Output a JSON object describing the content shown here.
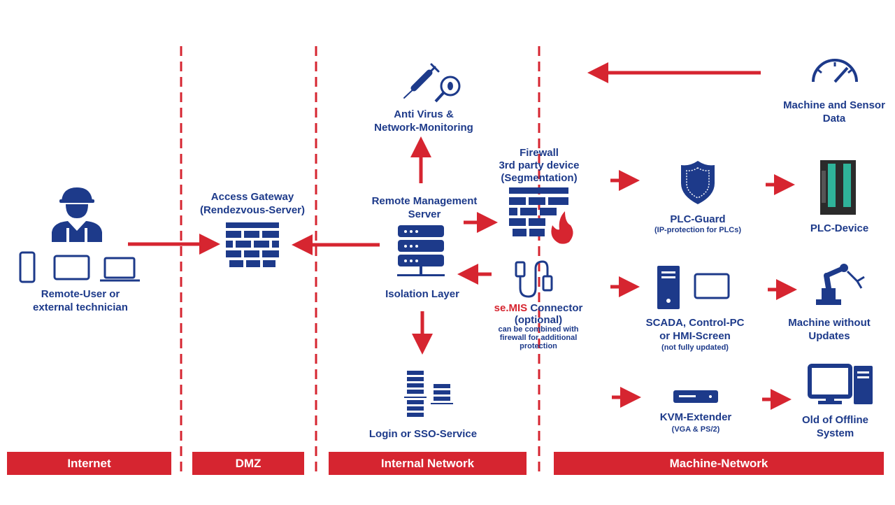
{
  "colors": {
    "accent": "#d62530",
    "primary": "#1d3a8a",
    "teal": "#2fb39a"
  },
  "zones": [
    "Internet",
    "DMZ",
    "Internal Network",
    "Machine-Network"
  ],
  "nodes": {
    "remote_user": "Remote-User or\nexternal technician",
    "access_gateway": "Access Gateway\n(Rendezvous-Server)",
    "antivirus": "Anti Virus &\nNetwork-Monitoring",
    "remote_mgmt": "Remote Management\nServer",
    "isolation": "Isolation Layer",
    "login_sso": "Login or SSO-Service",
    "firewall": "Firewall\n3rd party device\n(Segmentation)",
    "connector_brand": "se.",
    "connector_name": "MIS",
    "connector_suffix": " Connector",
    "connector_optional": "(optional)",
    "connector_note": "can be combined with\nfirewall for additional\nprotection",
    "sensor_data": "Machine and Sensor\nData",
    "plc_guard": "PLC-Guard",
    "plc_guard_note": "(IP-protection for PLCs)",
    "plc_device": "PLC-Device",
    "scada": "SCADA, Control-PC\nor HMI-Screen",
    "scada_note": "(not fully updated)",
    "machine_no_updates": "Machine without\nUpdates",
    "kvm": "KVM-Extender",
    "kvm_note": "(VGA & PS/2)",
    "old_system": "Old of Offline\nSystem"
  },
  "icons": [
    "worker-icon",
    "phone-icon",
    "tablet-icon",
    "laptop-icon",
    "firewall-wall-icon",
    "syringe-icon",
    "bug-magnifier-icon",
    "server-stack-icon",
    "server-rack-icon",
    "flame-icon",
    "usb-cable-icon",
    "gauge-icon",
    "shield-icon",
    "plc-device-icon",
    "pc-tower-icon",
    "monitor-icon",
    "robot-arm-icon",
    "kvm-box-icon",
    "desktop-computer-icon"
  ]
}
